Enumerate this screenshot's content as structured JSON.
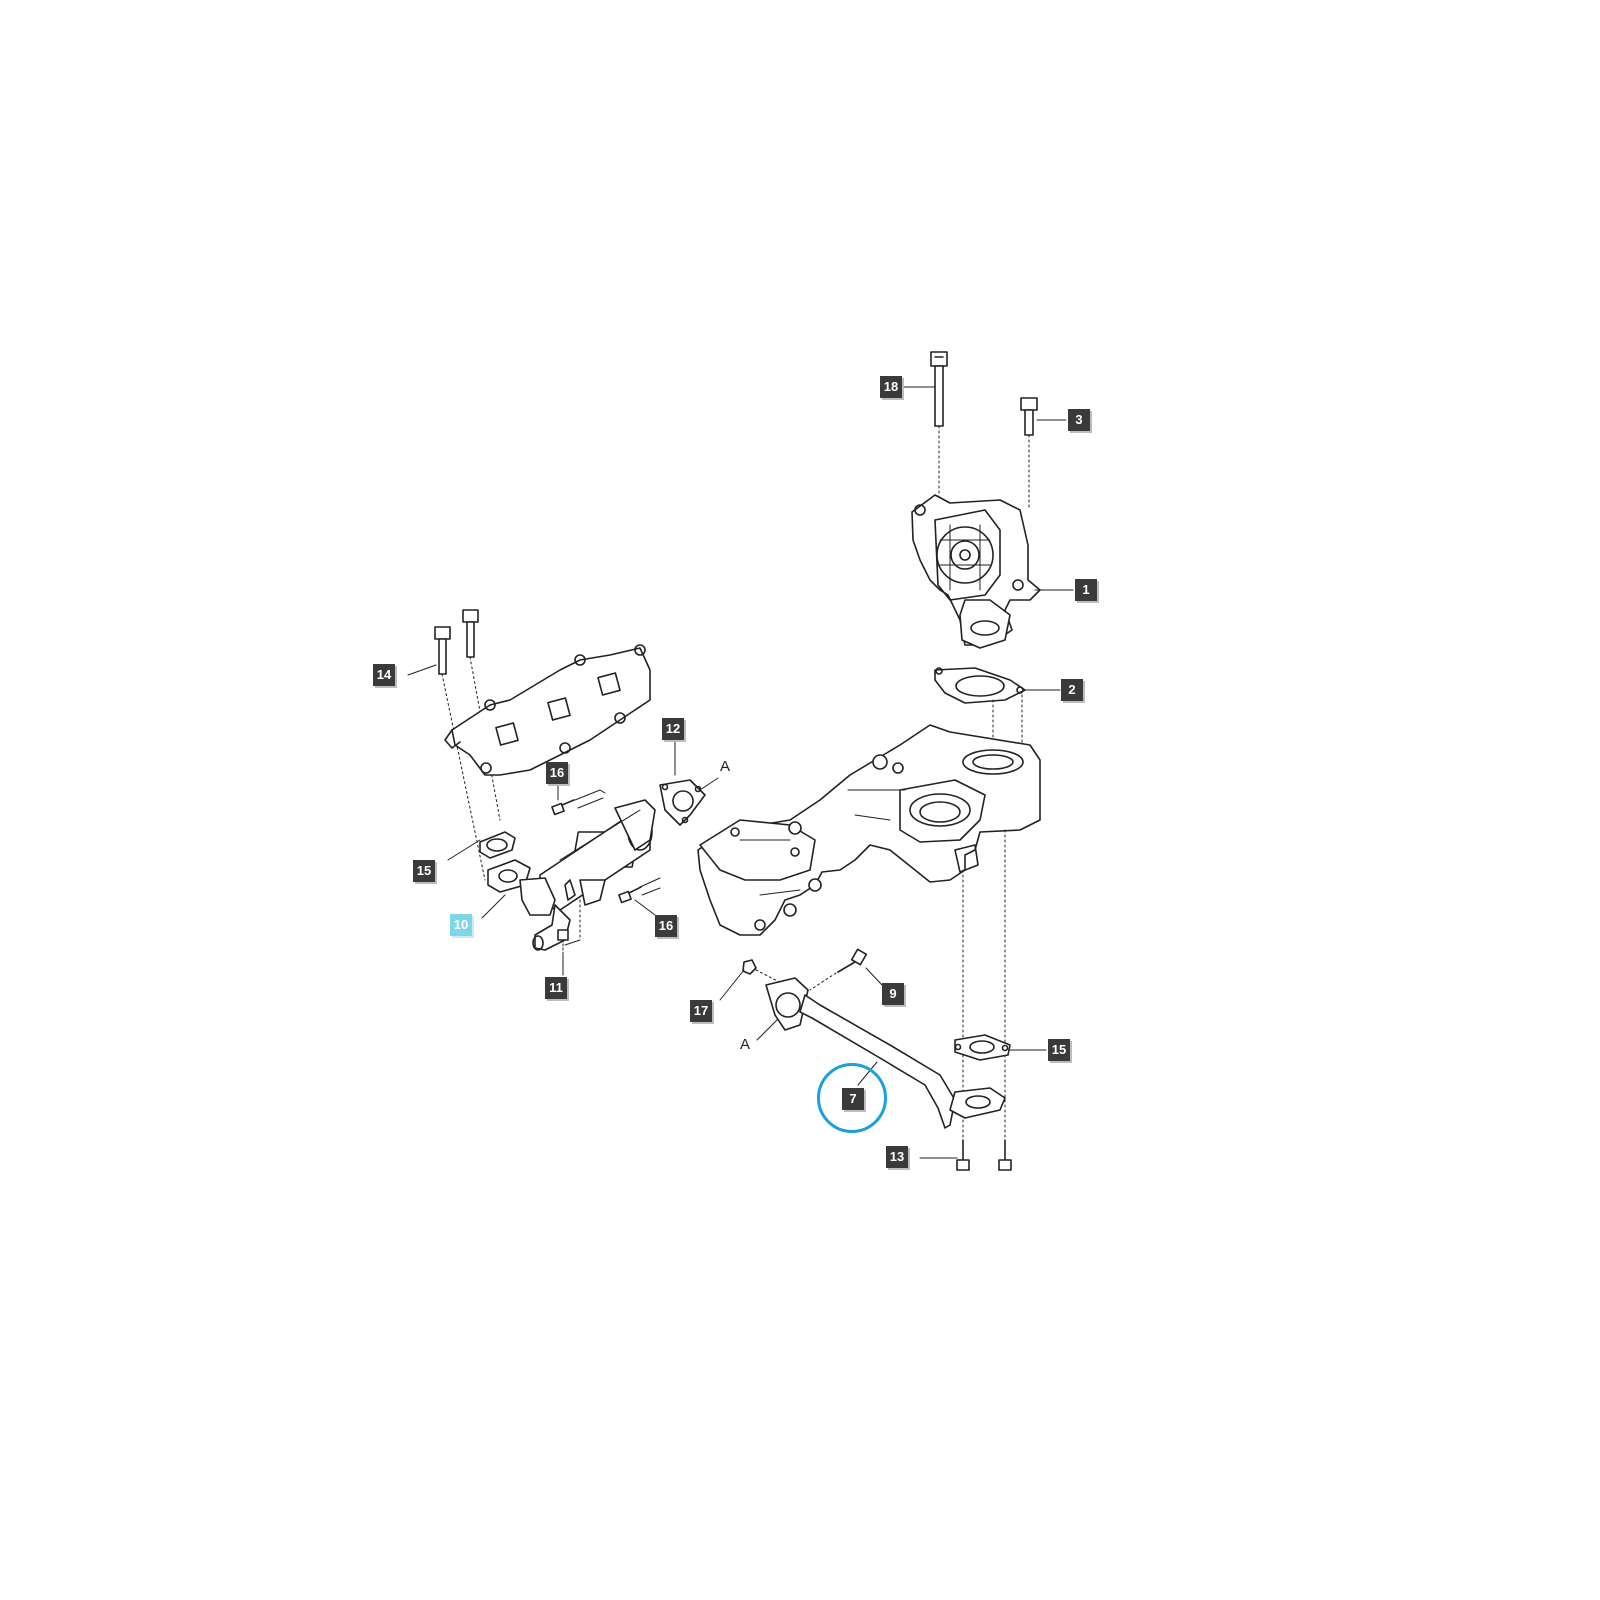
{
  "diagram": {
    "callouts": [
      {
        "id": "c18",
        "label": "18"
      },
      {
        "id": "c3",
        "label": "3"
      },
      {
        "id": "c1",
        "label": "1"
      },
      {
        "id": "c2",
        "label": "2"
      },
      {
        "id": "c14",
        "label": "14"
      },
      {
        "id": "c12",
        "label": "12"
      },
      {
        "id": "c16a",
        "label": "16"
      },
      {
        "id": "c15a",
        "label": "15"
      },
      {
        "id": "c10",
        "label": "10"
      },
      {
        "id": "c16b",
        "label": "16"
      },
      {
        "id": "c11",
        "label": "11"
      },
      {
        "id": "c17",
        "label": "17"
      },
      {
        "id": "c9",
        "label": "9"
      },
      {
        "id": "c15b",
        "label": "15"
      },
      {
        "id": "c7",
        "label": "7"
      },
      {
        "id": "c13",
        "label": "13"
      }
    ],
    "reference_letters": [
      "A",
      "A"
    ],
    "selected_part": "10",
    "highlighted_part": "7",
    "colors": {
      "callout_bg": "#3a3a3a",
      "selected_bg": "#7fd6e8",
      "highlight_ring": "#1a9fe0",
      "line": "#222222"
    }
  }
}
